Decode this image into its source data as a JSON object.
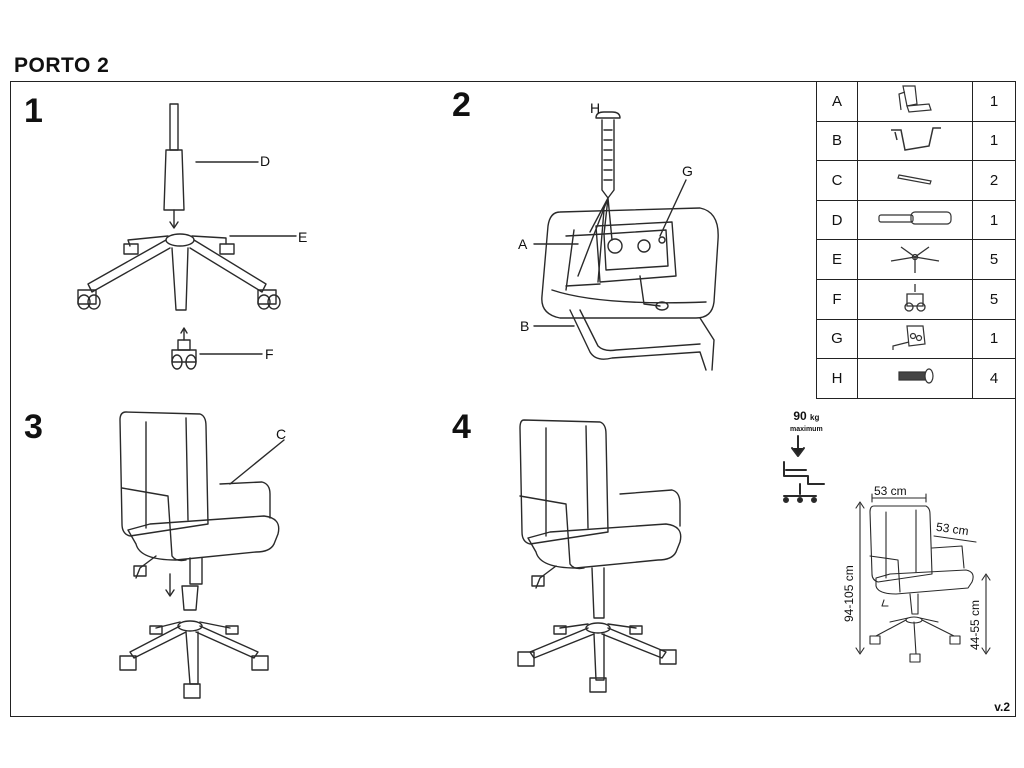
{
  "title": "PORTO 2",
  "version": "v.2",
  "steps": [
    "1",
    "2",
    "3",
    "4"
  ],
  "parts": [
    {
      "letter": "A",
      "qty": "1",
      "icon": "seat-back-icon"
    },
    {
      "letter": "B",
      "qty": "1",
      "icon": "armrest-frame-icon"
    },
    {
      "letter": "C",
      "qty": "2",
      "icon": "armrest-pad-icon"
    },
    {
      "letter": "D",
      "qty": "1",
      "icon": "gas-lift-icon"
    },
    {
      "letter": "E",
      "qty": "5",
      "icon": "star-base-icon"
    },
    {
      "letter": "F",
      "qty": "5",
      "icon": "castor-icon"
    },
    {
      "letter": "G",
      "qty": "1",
      "icon": "mechanism-icon"
    },
    {
      "letter": "H",
      "qty": "4",
      "icon": "screw-icon"
    }
  ],
  "callouts": {
    "s1": {
      "d": "D",
      "e": "E",
      "f": "F"
    },
    "s2": {
      "h": "H",
      "g": "G",
      "a": "A",
      "b": "B"
    },
    "s3": {
      "c": "C"
    }
  },
  "load": {
    "value": "90",
    "unit": "kg",
    "note": "maximum"
  },
  "dimensions": {
    "width": "53 cm",
    "depth": "53 cm",
    "height": "94-105 cm",
    "seat_height": "44-55 cm"
  }
}
